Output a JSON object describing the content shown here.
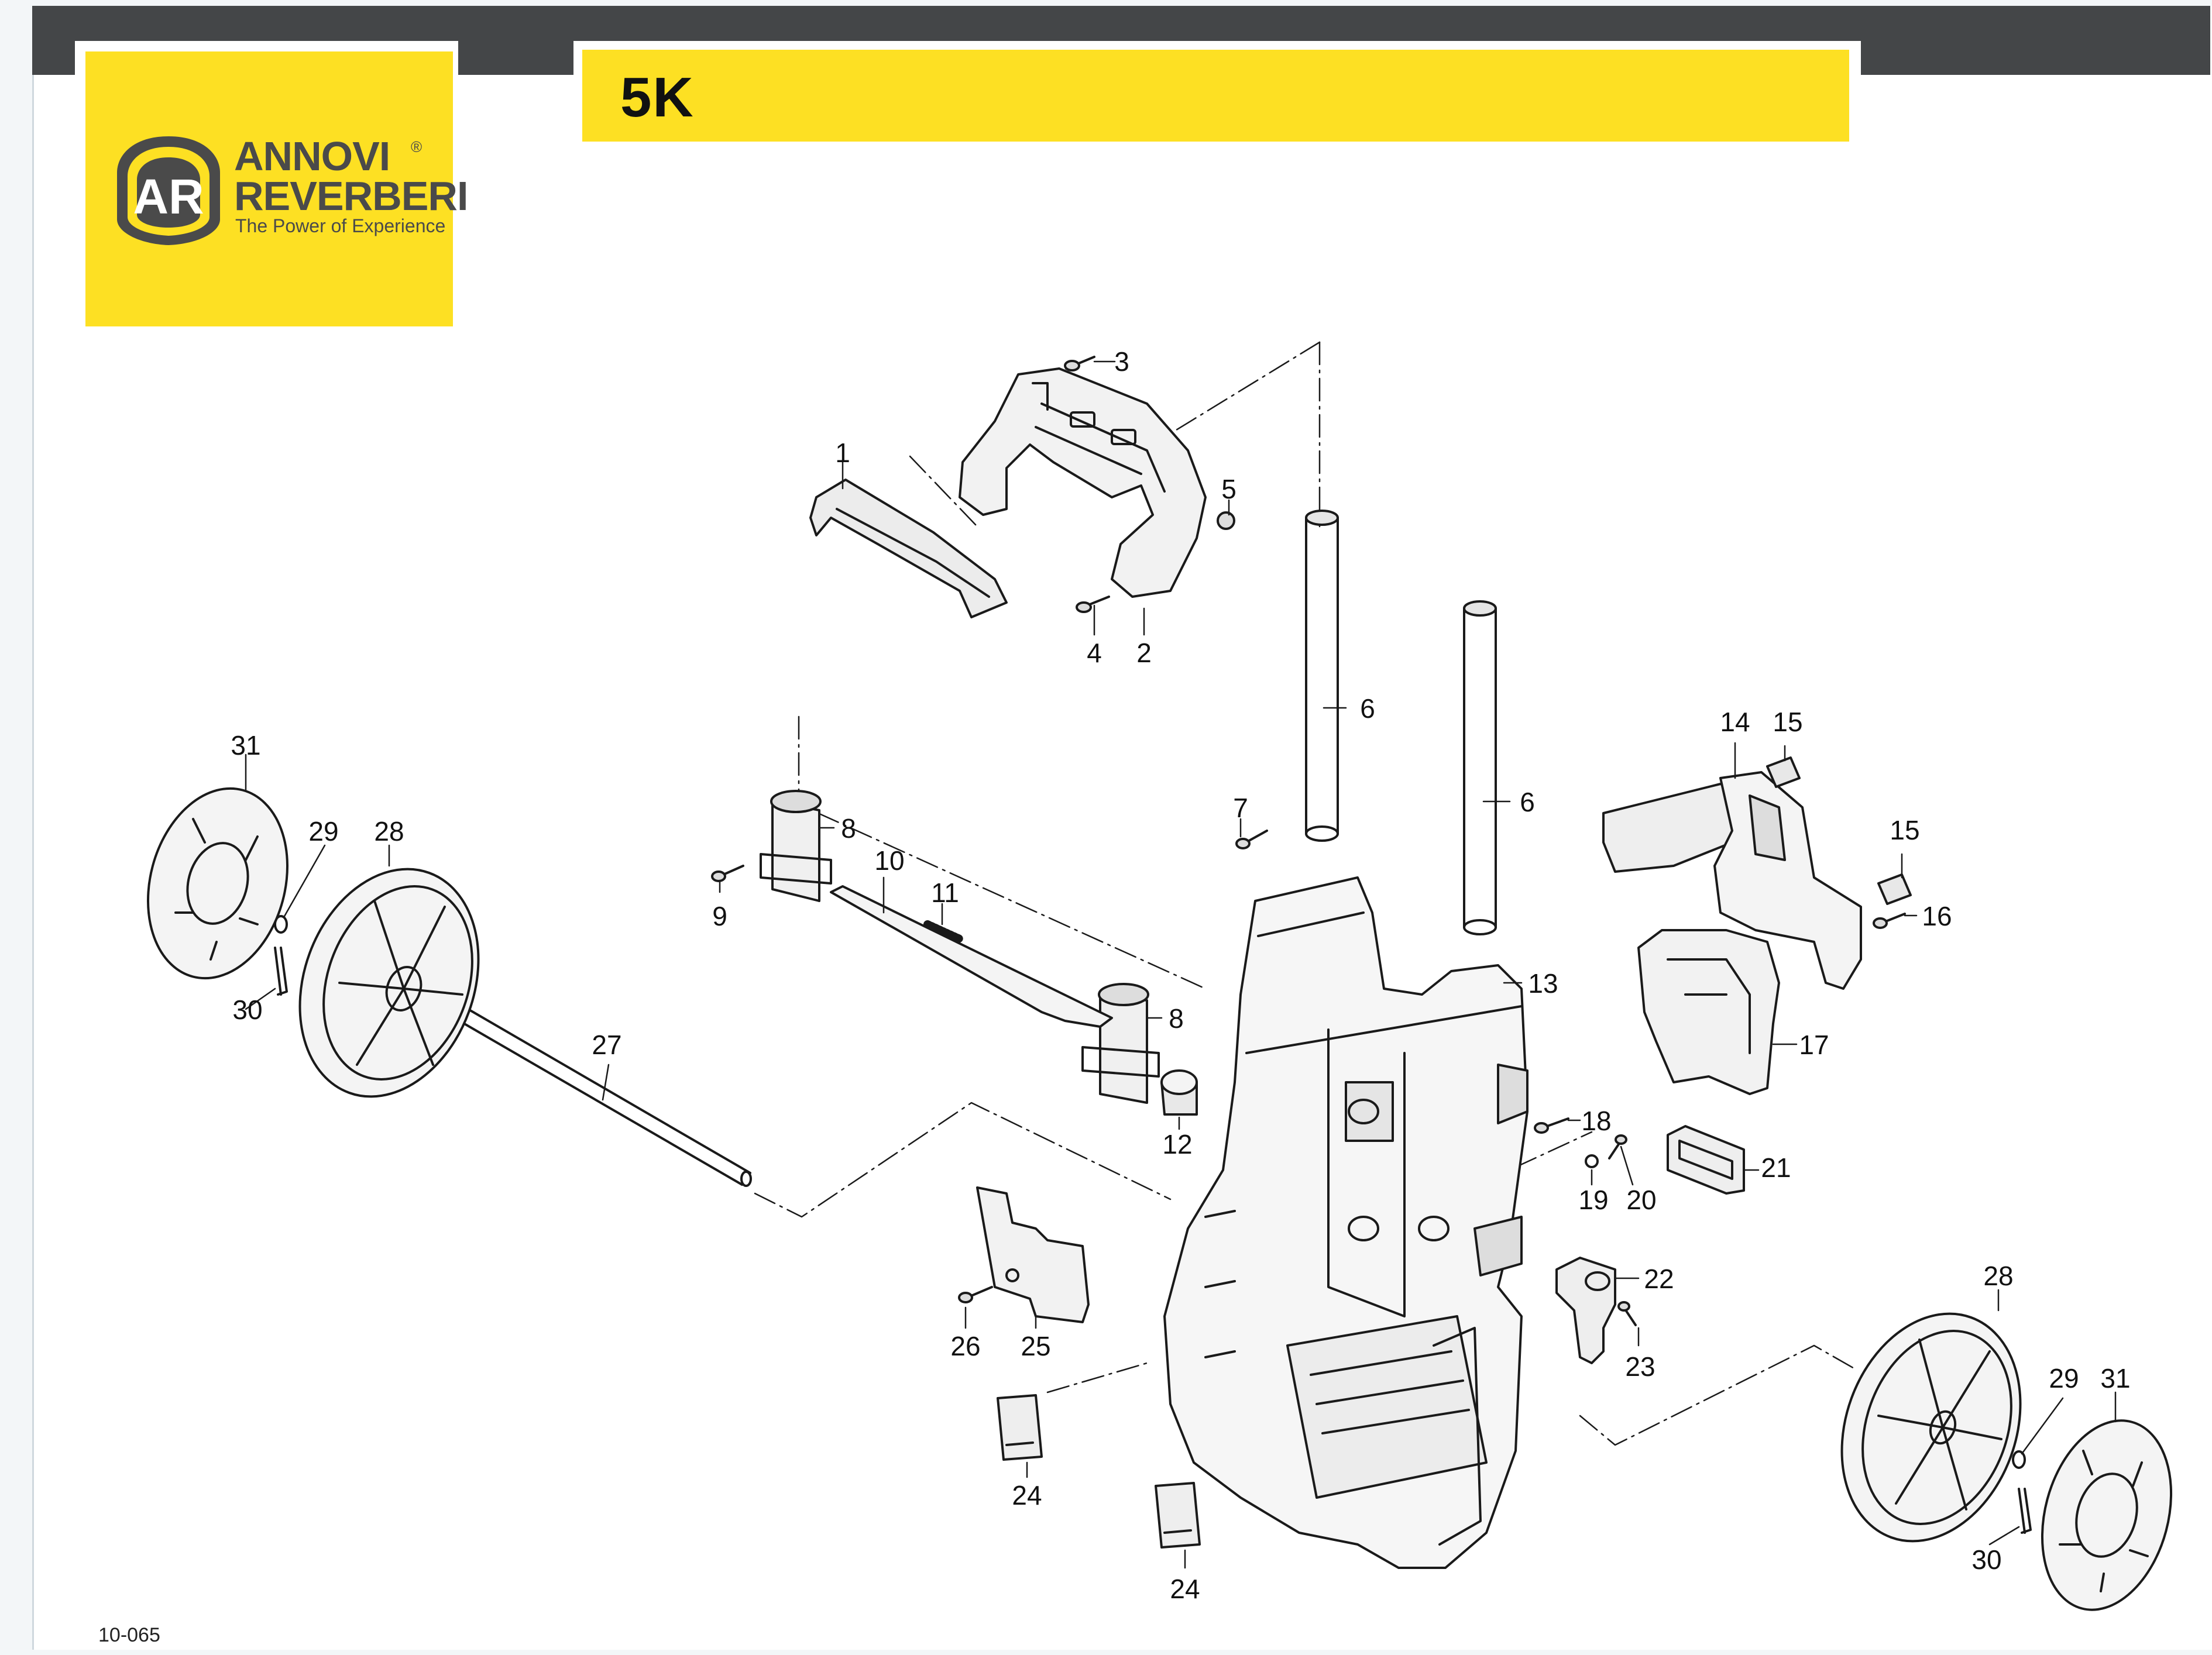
{
  "header": {
    "title": "5K"
  },
  "brand": {
    "line1": "ANNOVI",
    "line2": "REVERBERI",
    "tagline": "The Power of Experience",
    "registered": "®",
    "monogram": "AR"
  },
  "footer": {
    "code": "10-065"
  },
  "colors": {
    "accent": "#fde023",
    "topbar": "#444648",
    "ink": "#111111"
  },
  "callouts": [
    {
      "id": "c1",
      "text": "1"
    },
    {
      "id": "c2",
      "text": "2"
    },
    {
      "id": "c3",
      "text": "3"
    },
    {
      "id": "c4",
      "text": "4"
    },
    {
      "id": "c5",
      "text": "5"
    },
    {
      "id": "c6a",
      "text": "6"
    },
    {
      "id": "c6b",
      "text": "6"
    },
    {
      "id": "c7",
      "text": "7"
    },
    {
      "id": "c8a",
      "text": "8"
    },
    {
      "id": "c8b",
      "text": "8"
    },
    {
      "id": "c9",
      "text": "9"
    },
    {
      "id": "c10",
      "text": "10"
    },
    {
      "id": "c11",
      "text": "11"
    },
    {
      "id": "c12",
      "text": "12"
    },
    {
      "id": "c13",
      "text": "13"
    },
    {
      "id": "c14",
      "text": "14"
    },
    {
      "id": "c15a",
      "text": "15"
    },
    {
      "id": "c15b",
      "text": "15"
    },
    {
      "id": "c16",
      "text": "16"
    },
    {
      "id": "c17",
      "text": "17"
    },
    {
      "id": "c18",
      "text": "18"
    },
    {
      "id": "c19",
      "text": "19"
    },
    {
      "id": "c20",
      "text": "20"
    },
    {
      "id": "c21",
      "text": "21"
    },
    {
      "id": "c22",
      "text": "22"
    },
    {
      "id": "c23",
      "text": "23"
    },
    {
      "id": "c24a",
      "text": "24"
    },
    {
      "id": "c24b",
      "text": "24"
    },
    {
      "id": "c25",
      "text": "25"
    },
    {
      "id": "c26",
      "text": "26"
    },
    {
      "id": "c27",
      "text": "27"
    },
    {
      "id": "c28a",
      "text": "28"
    },
    {
      "id": "c28b",
      "text": "28"
    },
    {
      "id": "c29a",
      "text": "29"
    },
    {
      "id": "c29b",
      "text": "29"
    },
    {
      "id": "c30a",
      "text": "30"
    },
    {
      "id": "c30b",
      "text": "30"
    },
    {
      "id": "c31a",
      "text": "31"
    },
    {
      "id": "c31b",
      "text": "31"
    }
  ]
}
